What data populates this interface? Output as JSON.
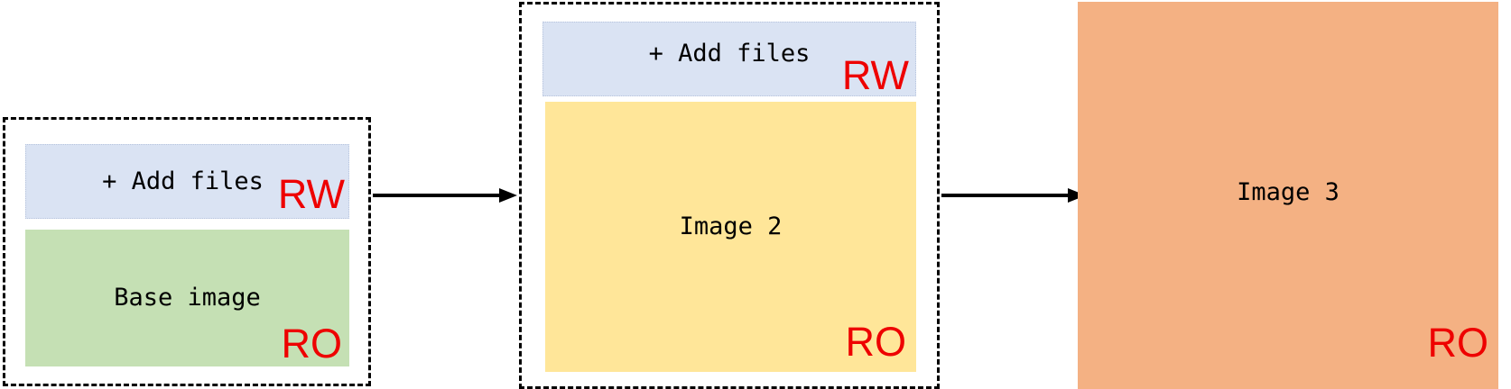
{
  "diagram": {
    "container1": {
      "rw_layer": {
        "label": "+ Add files",
        "tag": "RW"
      },
      "ro_layer": {
        "label": "Base image",
        "tag": "RO"
      }
    },
    "container2": {
      "rw_layer": {
        "label": "+ Add files",
        "tag": "RW"
      },
      "ro_layer": {
        "label": "Image 2",
        "tag": "RO"
      }
    },
    "image3": {
      "label": "Image 3",
      "tag": "RO"
    }
  },
  "colors": {
    "rw_layer": "#dae3f3",
    "base_image": "#c5e0b4",
    "image2": "#ffe699",
    "image3": "#f4b183",
    "tag": "#ee0000"
  }
}
